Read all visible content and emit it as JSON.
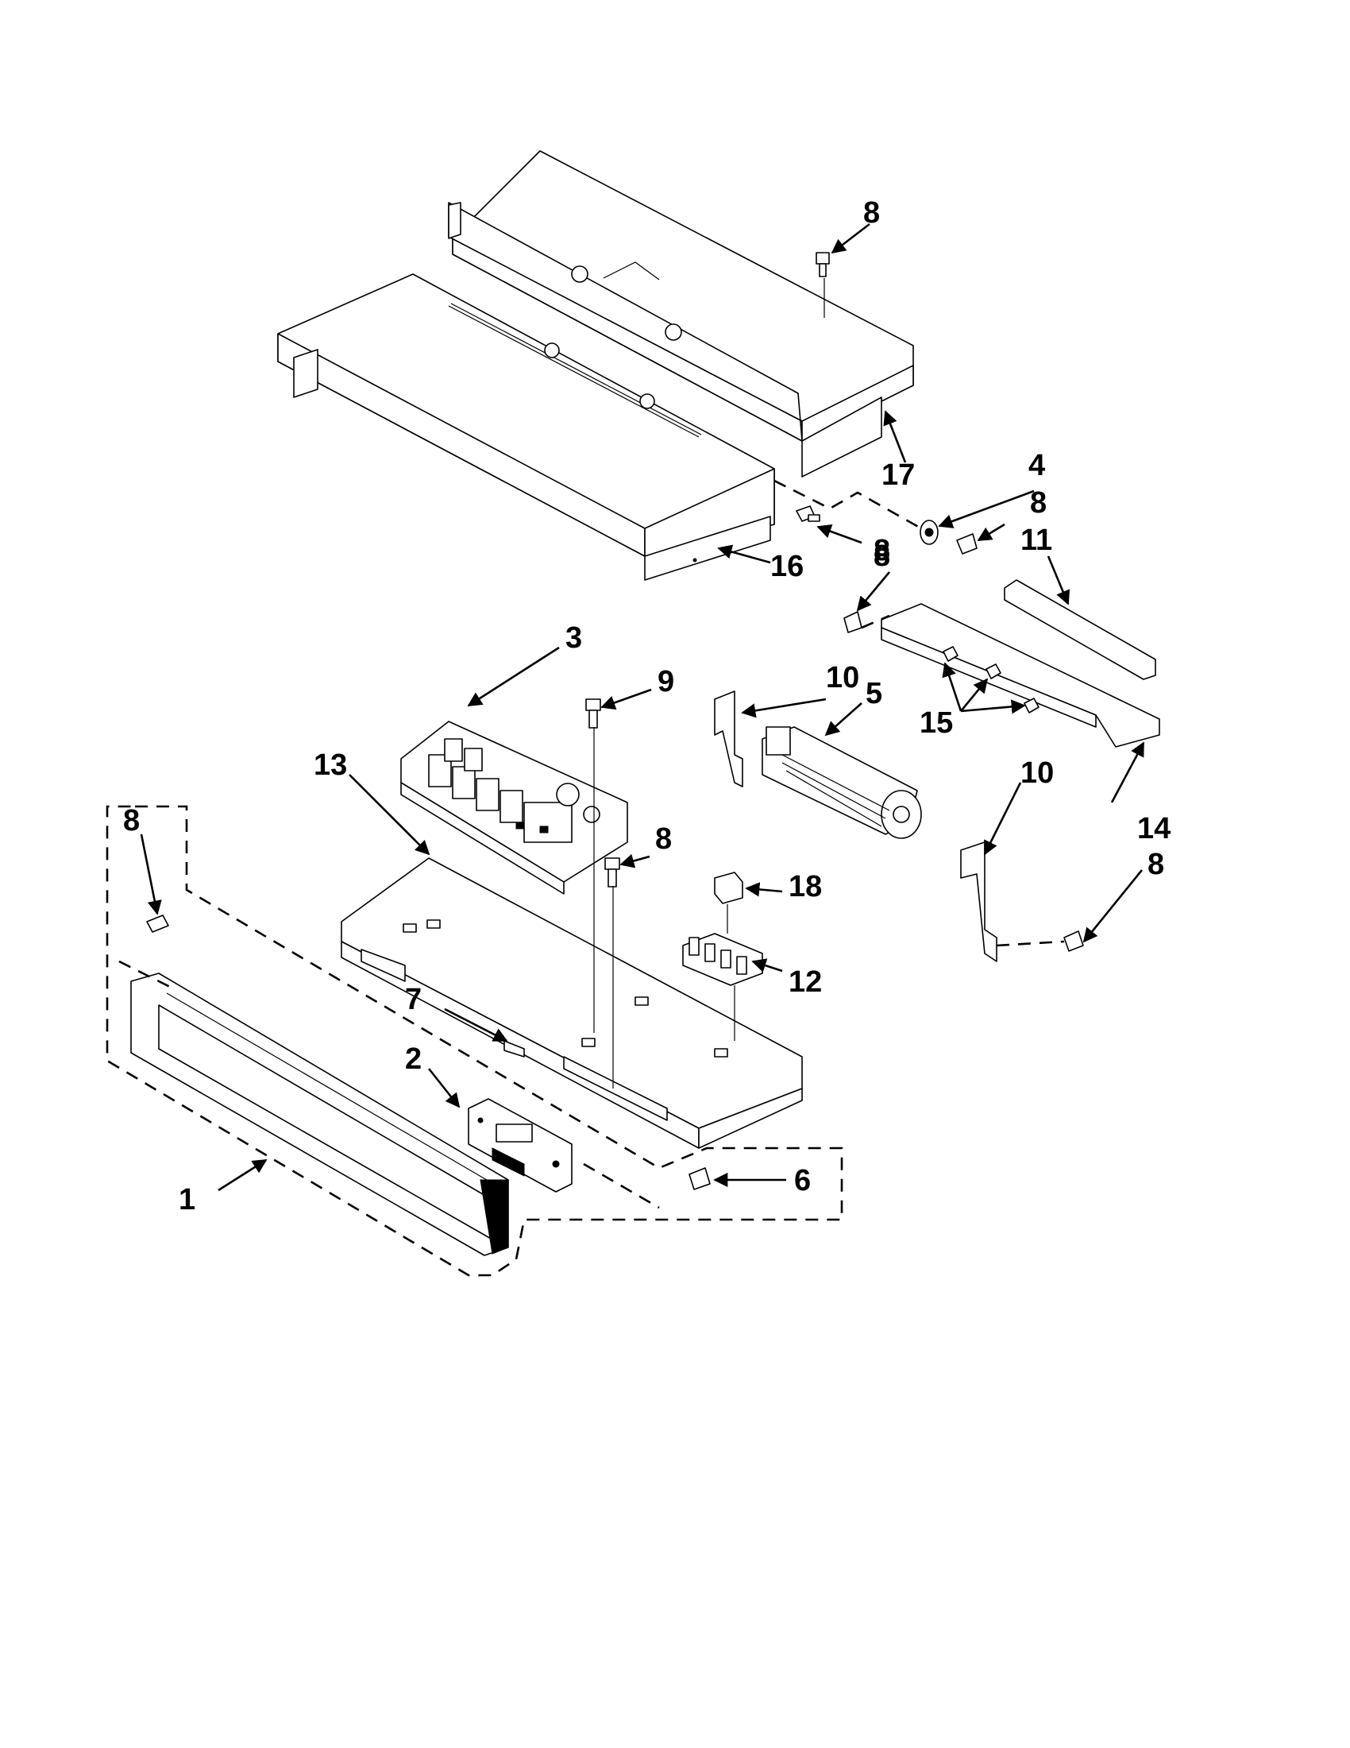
{
  "callouts": {
    "c1": "1",
    "c2": "2",
    "c3": "3",
    "c4": "4",
    "c5": "5",
    "c6": "6",
    "c7": "7",
    "c8a": "8",
    "c8b": "8",
    "c8c": "8",
    "c8d": "8",
    "c8e": "8",
    "c8f": "8",
    "c8g": "8",
    "c9": "9",
    "c10a": "10",
    "c10b": "10",
    "c11": "11",
    "c12": "12",
    "c13": "13",
    "c14": "14",
    "c15": "15",
    "c16": "16",
    "c17": "17",
    "c18": "18"
  }
}
